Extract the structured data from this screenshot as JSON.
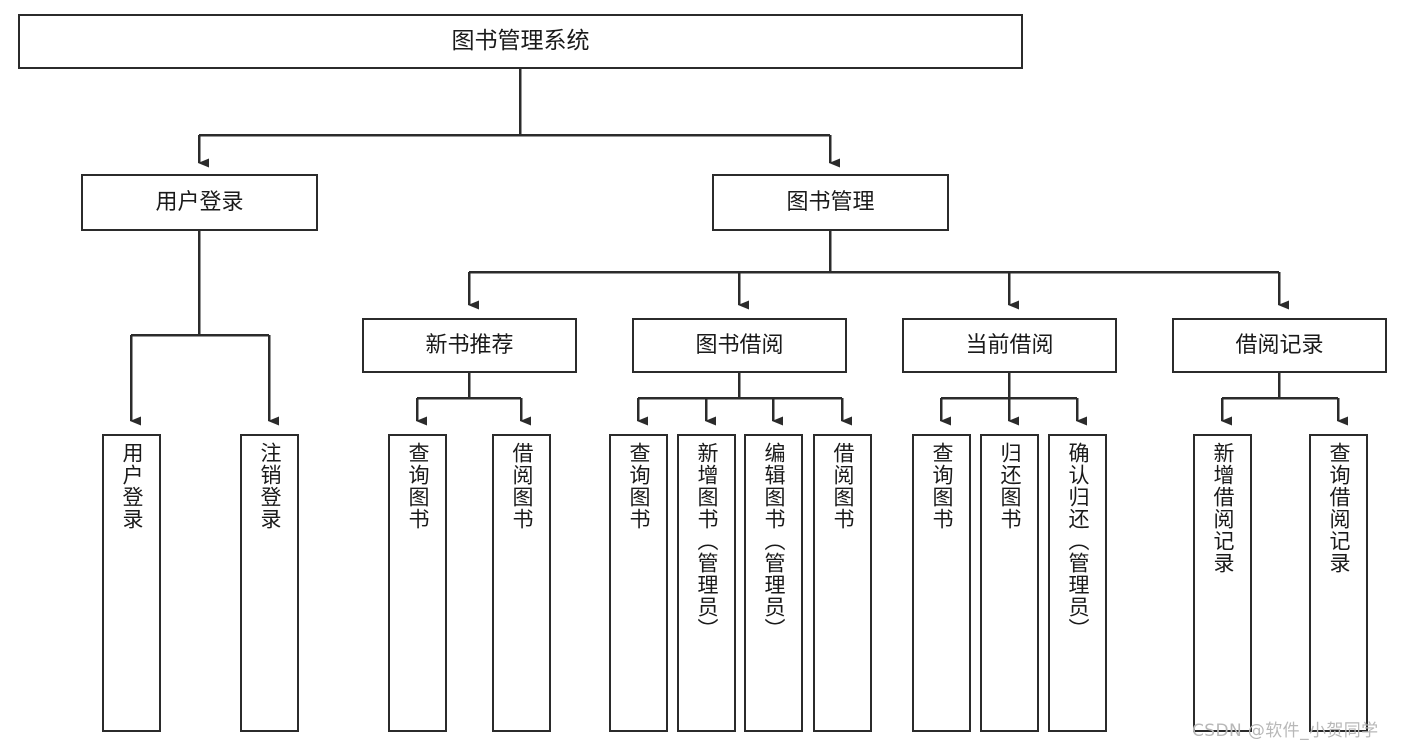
{
  "diagram": {
    "title": "图书管理系统",
    "type": "hierarchy-tree",
    "watermark": "CSDN @软件_小贺同学",
    "colors": {
      "background": "#ffffff",
      "box_border": "#2b2b2b",
      "box_fill": "#ffffff",
      "connector": "#333333",
      "text": "#1a1a1a",
      "watermark": "#b8b8b8"
    },
    "nodes": {
      "root": {
        "label": "图书管理系统"
      },
      "level2": [
        {
          "label": "用户登录"
        },
        {
          "label": "图书管理"
        }
      ],
      "level3": [
        {
          "label": "新书推荐"
        },
        {
          "label": "图书借阅"
        },
        {
          "label": "当前借阅"
        },
        {
          "label": "借阅记录"
        }
      ],
      "leaves_user_login": [
        {
          "label": "用户登录"
        },
        {
          "label": "注销登录"
        }
      ],
      "leaves_new_book": [
        {
          "label": "查询图书"
        },
        {
          "label": "借阅图书"
        }
      ],
      "leaves_borrow": [
        {
          "label": "查询图书"
        },
        {
          "label": "新增图书（管理员）"
        },
        {
          "label": "编辑图书（管理员）"
        },
        {
          "label": "借阅图书"
        }
      ],
      "leaves_current": [
        {
          "label": "查询图书"
        },
        {
          "label": "归还图书"
        },
        {
          "label": "确认归还（管理员）"
        }
      ],
      "leaves_record": [
        {
          "label": "新增借阅记录"
        },
        {
          "label": "查询借阅记录"
        }
      ]
    }
  }
}
